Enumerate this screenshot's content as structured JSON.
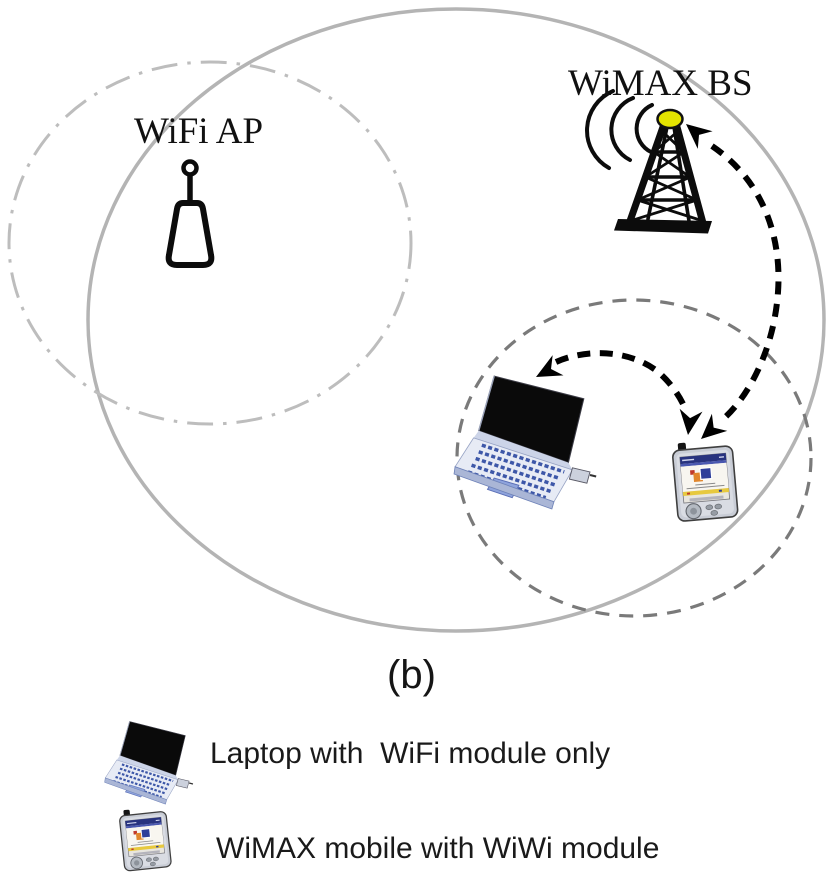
{
  "figure": {
    "caption": "(b)",
    "labels": {
      "wifi_ap": "WiFi AP",
      "wimax_bs": "WiMAX BS"
    },
    "legend": [
      {
        "icon": "laptop-icon",
        "label": "Laptop with  WiFi module only"
      },
      {
        "icon": "wimax-mobile-icon",
        "label": "WiMAX mobile with WiWi module"
      }
    ],
    "icons": [
      "wifi-ap-antenna-icon",
      "wimax-bs-tower-icon",
      "radio-waves-icon",
      "laptop-icon",
      "wimax-mobile-icon",
      "dashed-link-arrow-icon"
    ],
    "colors": {
      "background": "#ffffff",
      "wimax_coverage_stroke": "#b4b4b4",
      "wifi_coverage_stroke": "#bdbdbd",
      "adhoc_circle_stroke": "#7a7a7a",
      "link_arrow": "#000000",
      "bs_antenna_ball": "#e4e400",
      "laptop_screen": "#0a0a0a",
      "laptop_body": "#e7ebf5",
      "laptop_keys": "#3d57a8",
      "pda_body": "#c9cdd6",
      "pda_titlebar": "#28337f",
      "pda_logo_orange": "#e0862c",
      "pda_logo_blue": "#2f3f9a",
      "pda_strip_yellow": "#e7c93f"
    }
  }
}
